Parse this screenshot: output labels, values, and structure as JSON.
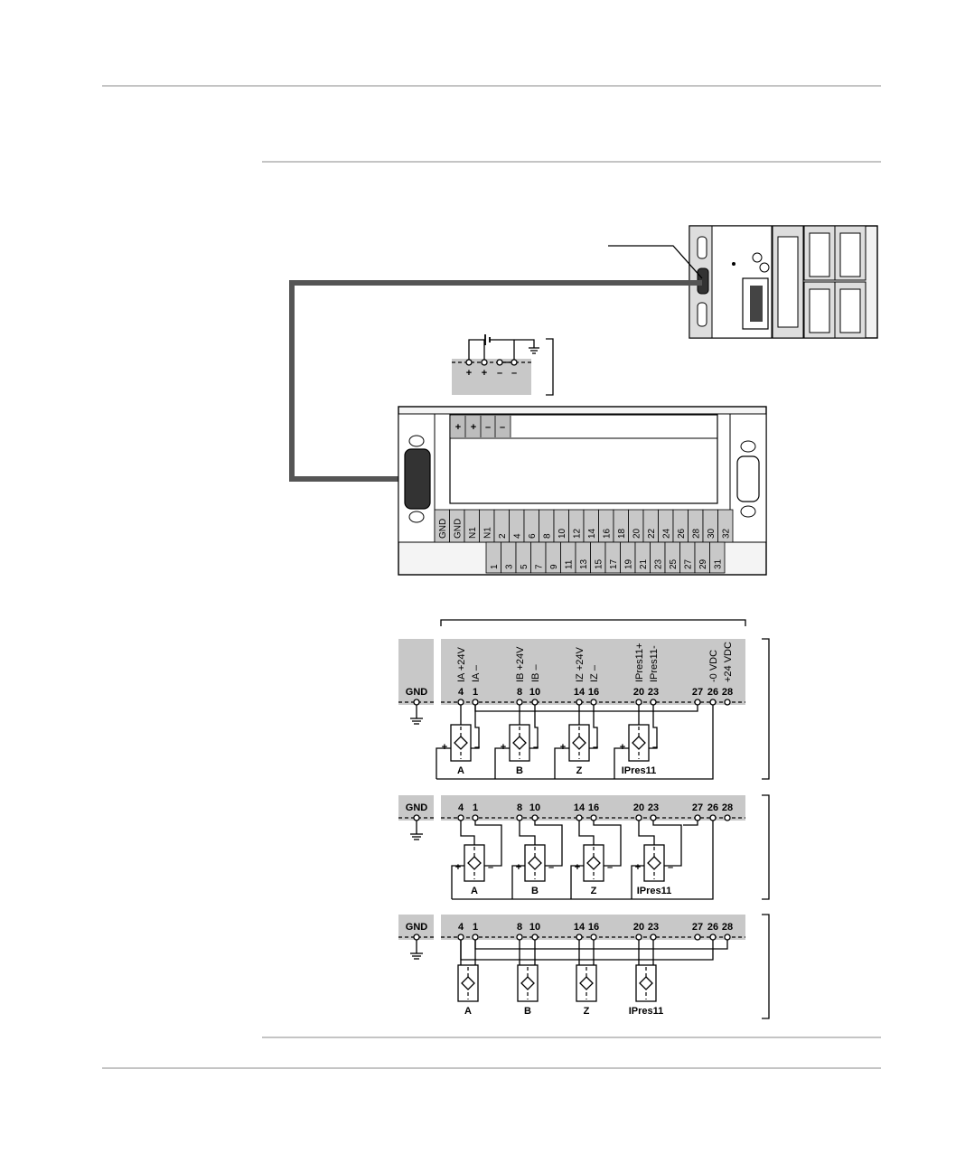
{
  "supply_polarity": [
    "+",
    "+",
    "–",
    "–"
  ],
  "module_pins_top": [
    "GND",
    "GND",
    "N1",
    "N1",
    "2",
    "4",
    "6",
    "8",
    "10",
    "12",
    "14",
    "16",
    "18",
    "20",
    "22",
    "24",
    "26",
    "28",
    "30",
    "32"
  ],
  "module_pins_bottom": [
    "1",
    "3",
    "5",
    "7",
    "9",
    "11",
    "13",
    "15",
    "17",
    "19",
    "21",
    "23",
    "25",
    "27",
    "29",
    "31"
  ],
  "wiring": {
    "gnd_label": "GND",
    "signals": [
      "IA +24V",
      "IA –",
      "IB +24V",
      "IB –",
      "IZ +24V",
      "IZ –",
      "IPres11+",
      "IPres11-",
      "-0 VDC",
      "+24 VDC"
    ],
    "terminals": [
      "4",
      "1",
      "8",
      "10",
      "14",
      "16",
      "20",
      "23",
      "27",
      "26",
      "28"
    ],
    "sensors": [
      "A",
      "B",
      "Z",
      "IPres11"
    ],
    "plus": "+",
    "minus": "–"
  }
}
